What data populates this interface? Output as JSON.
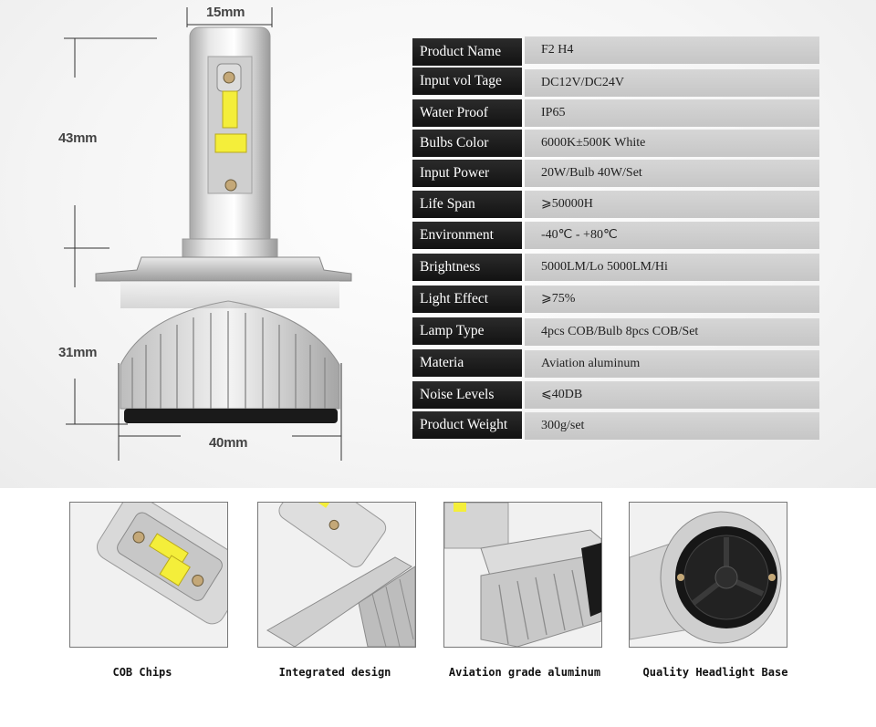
{
  "dimensions": {
    "width_top": "15mm",
    "height_upper": "43mm",
    "height_lower": "31mm",
    "width_base": "40mm"
  },
  "specs": [
    {
      "label": "Product Name",
      "value": "F2 H4"
    },
    {
      "label": "Input vol Tage",
      "value": "DC12V/DC24V"
    },
    {
      "label": "Water Proof",
      "value": "IP65"
    },
    {
      "label": "Bulbs Color",
      "value": "6000K±500K White"
    },
    {
      "label": "Input Power",
      "value": "20W/Bulb  40W/Set"
    },
    {
      "label": "Life Span",
      "value": "⩾50000H"
    },
    {
      "label": "Environment",
      "value": "-40℃ - +80℃"
    },
    {
      "label": "Brightness",
      "value": "5000LM/Lo  5000LM/Hi"
    },
    {
      "label": "Light Effect",
      "value": "⩾75%"
    },
    {
      "label": "Lamp Type",
      "value": "4pcs COB/Bulb  8pcs COB/Set"
    },
    {
      "label": "Materia",
      "value": "Aviation aluminum"
    },
    {
      "label": "Noise Levels",
      "value": "⩽40DB"
    },
    {
      "label": "Product Weight",
      "value": "300g/set"
    }
  ],
  "features": [
    {
      "caption": "COB Chips"
    },
    {
      "caption": "Integrated design"
    },
    {
      "caption": "Aviation grade aluminum"
    },
    {
      "caption": "Quality Headlight Base"
    }
  ],
  "colors": {
    "label_bg": "#1e1e1e",
    "value_bg": "#cecece",
    "chip": "#f4ee3a"
  }
}
